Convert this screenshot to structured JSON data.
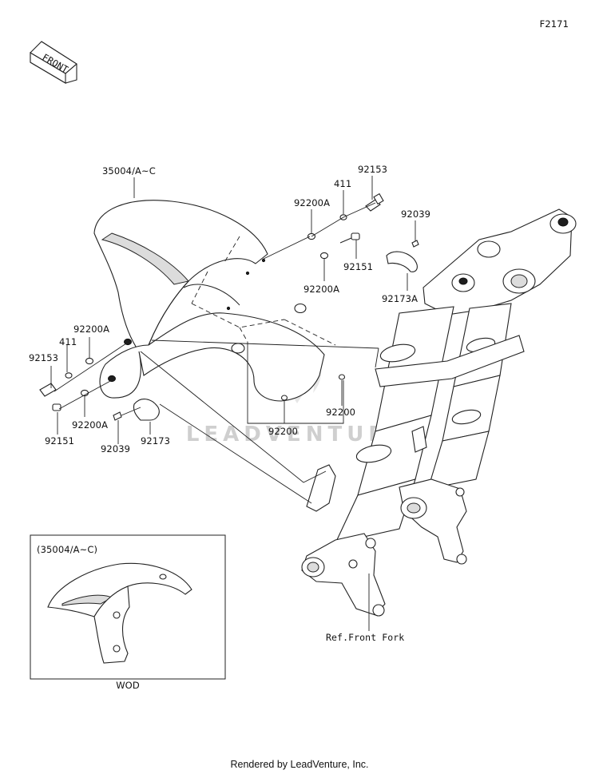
{
  "diagram_code": "F2171",
  "front_label": "FRONT",
  "parts": {
    "fender": "35004/A~C",
    "bolt_upper": "92153",
    "washer_upper": "411",
    "spacer_upper": "92200A",
    "screw_upper": "92039",
    "bolt_mid": "92151",
    "spacer_mid": "92200A",
    "bracket_upper": "92173A",
    "spacer_right": "92200",
    "spacer_bottom": "92200",
    "spacer_left_upper": "92200A",
    "washer_left": "411",
    "bolt_left": "92153",
    "spacer_left_lower": "92200A",
    "bolt_left_lower": "92151",
    "screw_left": "92039",
    "bracket_left": "92173"
  },
  "fork_ref": "Ref.Front Fork",
  "inset": {
    "title": "(35004/A~C)",
    "caption": "WOD"
  },
  "watermark": "LEADVENTURE",
  "footer": "Rendered by LeadVenture, Inc.",
  "colors": {
    "line": "#222222",
    "watermark": "#cfcfcf",
    "background": "#ffffff"
  }
}
